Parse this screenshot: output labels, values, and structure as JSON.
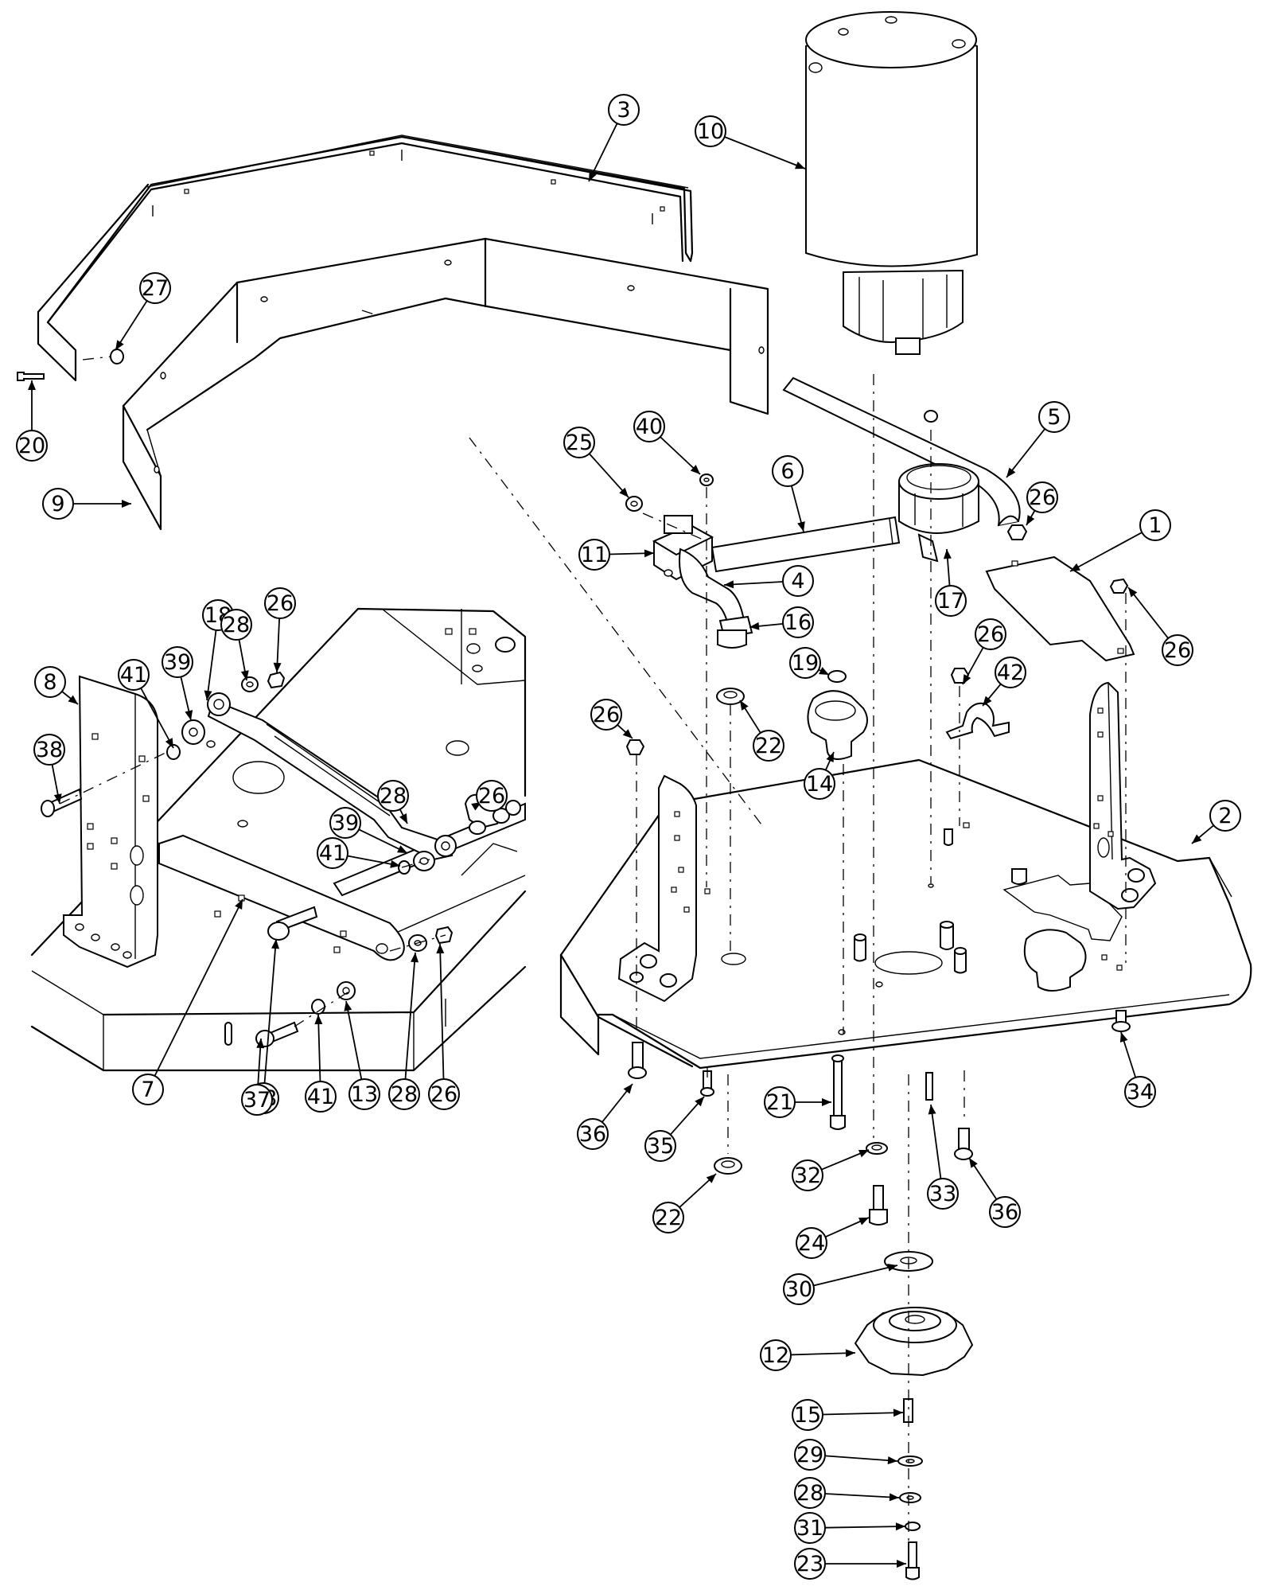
{
  "callouts": [
    "3",
    "10",
    "27",
    "20",
    "9",
    "25",
    "40",
    "6",
    "5",
    "26",
    "1",
    "11",
    "4",
    "17",
    "16",
    "19",
    "22",
    "14",
    "42",
    "8",
    "18",
    "28",
    "39",
    "41",
    "38",
    "7",
    "37",
    "13",
    "2",
    "36",
    "35",
    "21",
    "32",
    "33",
    "34",
    "24",
    "30",
    "12",
    "15",
    "29",
    "31",
    "23"
  ]
}
